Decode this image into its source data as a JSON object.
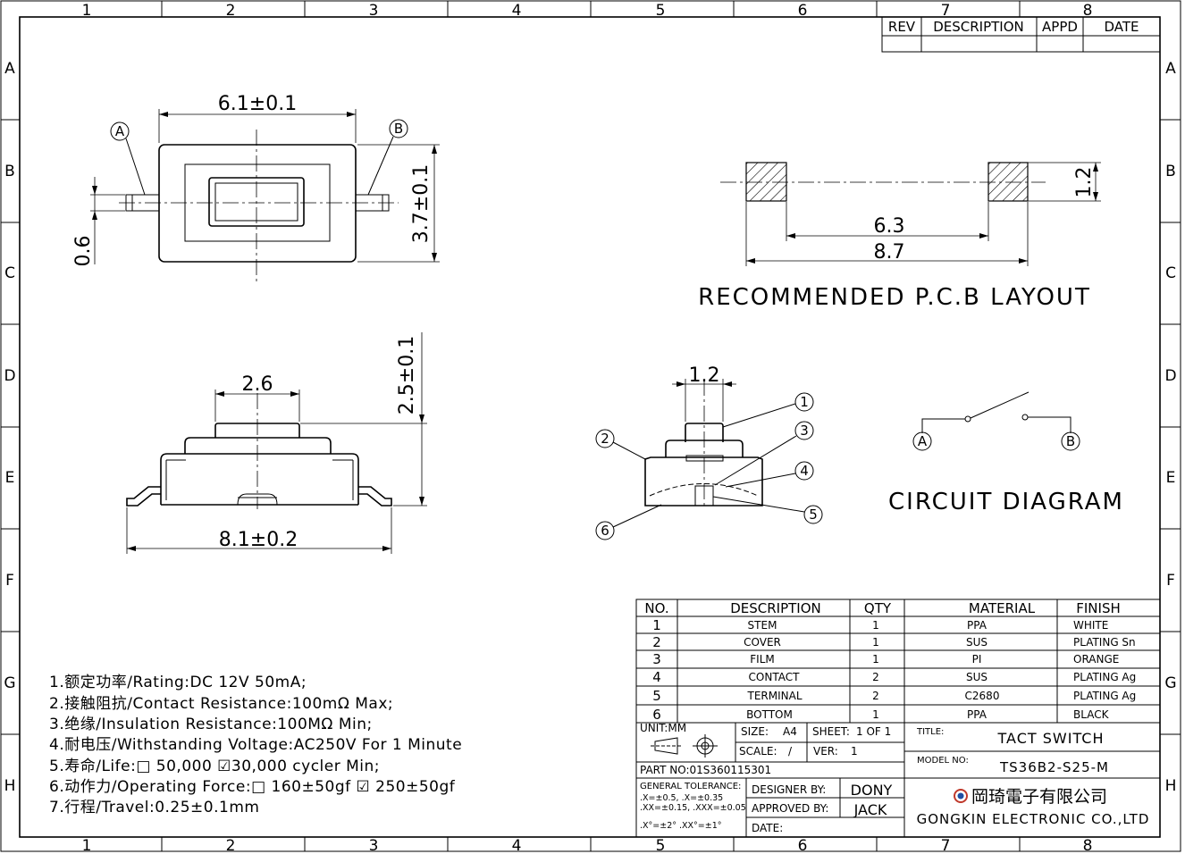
{
  "grid": {
    "cols": [
      "1",
      "2",
      "3",
      "4",
      "5",
      "6",
      "7",
      "8"
    ],
    "rows": [
      "A",
      "B",
      "C",
      "D",
      "E",
      "F",
      "G",
      "H"
    ]
  },
  "revision_block": {
    "headers": [
      "REV",
      "DESCRIPTION",
      "APPD",
      "DATE"
    ]
  },
  "top_view": {
    "width_dim": "6.1±0.1",
    "height_dim": "3.7±0.1",
    "lead_dim": "0.6",
    "label_a": "A",
    "label_b": "B"
  },
  "pcb_layout": {
    "pad_dim": "1.2",
    "inner_dim": "6.3",
    "outer_dim": "8.7",
    "caption": "RECOMMENDED P.C.B LAYOUT"
  },
  "side_view": {
    "stem_dim": "2.6",
    "height_dim": "2.5±0.1",
    "width_dim": "8.1±0.2"
  },
  "section_view": {
    "stem_dim": "1.2",
    "callouts": [
      "1",
      "2",
      "3",
      "4",
      "5",
      "6"
    ]
  },
  "circuit": {
    "label_a": "A",
    "label_b": "B",
    "caption": "CIRCUIT DIAGRAM"
  },
  "specs": [
    "1.额定功率/Rating:DC 12V 50mA;",
    "2.接触阻抗/Contact Resistance:100mΩ Max;",
    "3.绝缘/Insulation Resistance:100MΩ Min;",
    "4.耐电压/Withstanding Voltage:AC250V For 1 Minute",
    "5.寿命/Life:□ 50,000 ☑30,000 cycler Min;",
    "6.动作力/Operating Force:□ 160±50gf ☑ 250±50gf",
    "7.行程/Travel:0.25±0.1mm"
  ],
  "bom": {
    "headers": [
      "NO.",
      "DESCRIPTION",
      "QTY",
      "MATERIAL",
      "FINISH"
    ],
    "rows": [
      {
        "no": "1",
        "desc": "STEM",
        "qty": "1",
        "material": "PPA",
        "finish": "WHITE"
      },
      {
        "no": "2",
        "desc": "COVER",
        "qty": "1",
        "material": "SUS",
        "finish": "PLATING Sn"
      },
      {
        "no": "3",
        "desc": "FILM",
        "qty": "1",
        "material": "PI",
        "finish": "ORANGE"
      },
      {
        "no": "4",
        "desc": "CONTACT",
        "qty": "2",
        "material": "SUS",
        "finish": "PLATING Ag"
      },
      {
        "no": "5",
        "desc": "TERMINAL",
        "qty": "2",
        "material": "C2680",
        "finish": "PLATING Ag"
      },
      {
        "no": "6",
        "desc": "BOTTOM",
        "qty": "1",
        "material": "PPA",
        "finish": "BLACK"
      }
    ]
  },
  "title_block": {
    "unit": "UNIT:MM",
    "size_label": "SIZE:",
    "size_value": "A4",
    "sheet_label": "SHEET:",
    "sheet_value": "1 OF 1",
    "scale_label": "SCALE:",
    "scale_value": "/",
    "ver_label": "VER:",
    "ver_value": "1",
    "title_label": "TITLE:",
    "title_value": "TACT SWITCH",
    "model_label": "MODEL NO:",
    "model_value": "TS36B2-S25-M",
    "part_no": "PART NO:01S360115301",
    "tolerance_title": "GENERAL TOLERANCE:",
    "tolerance_1": ".X=±0.5,    .X=±0.35",
    "tolerance_2": ".XX=±0.15,  .XXX=±0.05",
    "tolerance_3": ".X°=±2°  .XX°=±1°",
    "designer_label": "DESIGNER BY:",
    "designer_value": "DONY",
    "approved_label": "APPROVED BY:",
    "approved_value": "JACK",
    "date_label": "DATE:",
    "company_cn": "岡琦電子有限公司",
    "company_en": "GONGKIN ELECTRONIC CO.,LTD"
  }
}
